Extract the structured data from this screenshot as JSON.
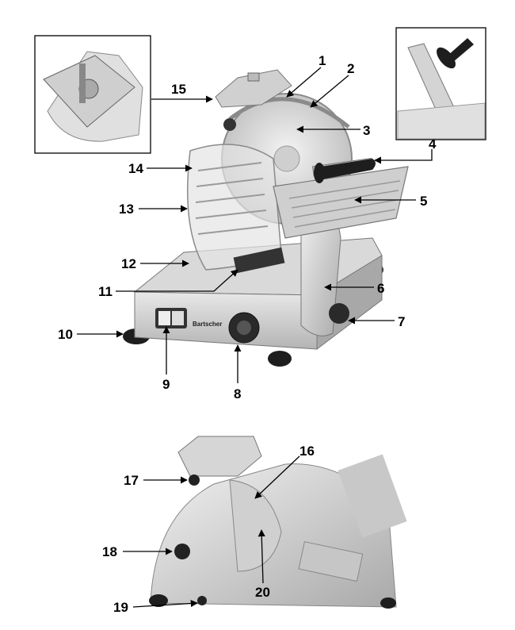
{
  "diagram": {
    "brand_plate": "Bartscher",
    "callouts": [
      {
        "id": 1,
        "label": "1"
      },
      {
        "id": 2,
        "label": "2"
      },
      {
        "id": 3,
        "label": "3"
      },
      {
        "id": 4,
        "label": "4"
      },
      {
        "id": 5,
        "label": "5"
      },
      {
        "id": 6,
        "label": "6"
      },
      {
        "id": 7,
        "label": "7"
      },
      {
        "id": 8,
        "label": "8"
      },
      {
        "id": 9,
        "label": "9"
      },
      {
        "id": 10,
        "label": "10"
      },
      {
        "id": 11,
        "label": "11"
      },
      {
        "id": 12,
        "label": "12"
      },
      {
        "id": 13,
        "label": "13"
      },
      {
        "id": 14,
        "label": "14"
      },
      {
        "id": 15,
        "label": "15"
      },
      {
        "id": 16,
        "label": "16"
      },
      {
        "id": 17,
        "label": "17"
      },
      {
        "id": 18,
        "label": "18"
      },
      {
        "id": 19,
        "label": "19"
      },
      {
        "id": 20,
        "label": "20"
      }
    ],
    "colors": {
      "line": "#000000",
      "metal_light": "#e6e6e6",
      "metal_mid": "#bdbdbd",
      "metal_dark": "#8a8a8a",
      "rubber": "#1e1e1e"
    }
  }
}
